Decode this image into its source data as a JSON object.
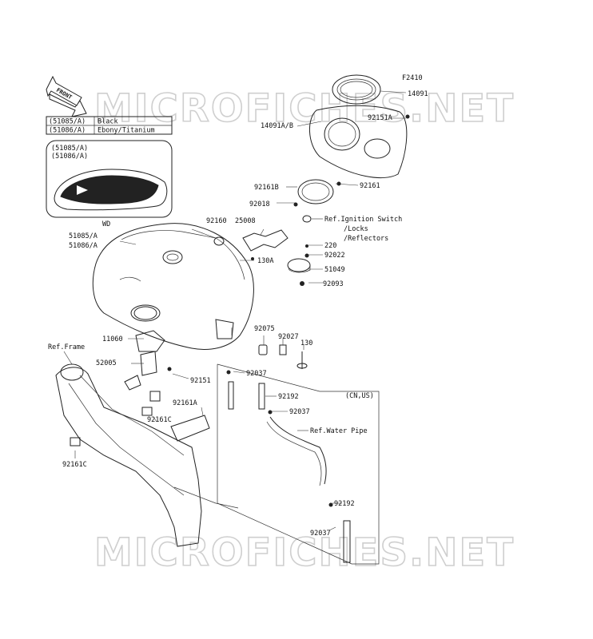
{
  "figure_code": "F2410",
  "watermark": "MICROFICHES.NET",
  "front_badge": "FRONT",
  "color_table": [
    {
      "code": "(51085/A)",
      "color": "Black"
    },
    {
      "code": "(51086/A)",
      "color": "Ebony/Titanium"
    }
  ],
  "inset_codes": [
    "(51085/A)",
    "(51086/A)"
  ],
  "parts": {
    "p14091": "14091",
    "p14091ab": "14091A/B",
    "p92151a": "92151A",
    "p92161b": "92161B",
    "p92161": "92161",
    "p92018": "92018",
    "p_ref_ign1": "Ref.Ignition Switch",
    "p_ref_ign2": "/Locks",
    "p_ref_ign3": "/Reflectors",
    "p_wd": "WD",
    "p51085": "51085/A",
    "p51086": "51086/A",
    "p92160": "92160",
    "p25008": "25008",
    "p130a": "130A",
    "p220": "220",
    "p92022": "92022",
    "p51049": "51049",
    "p92093": "92093",
    "p_ref_frame": "Ref.Frame",
    "p11060": "11060",
    "p52005": "52005",
    "p92151": "92151",
    "p92075": "92075",
    "p92027": "92027",
    "p130": "130",
    "p92037a": "92037",
    "p_cnus": "(CN,US)",
    "p92192a": "92192",
    "p92037b": "92037",
    "p_ref_water": "Ref.Water Pipe",
    "p92161a": "92161A",
    "p92161c_a": "92161C",
    "p92161c_b": "92161C",
    "p92192b": "92192",
    "p92037c": "92037"
  }
}
